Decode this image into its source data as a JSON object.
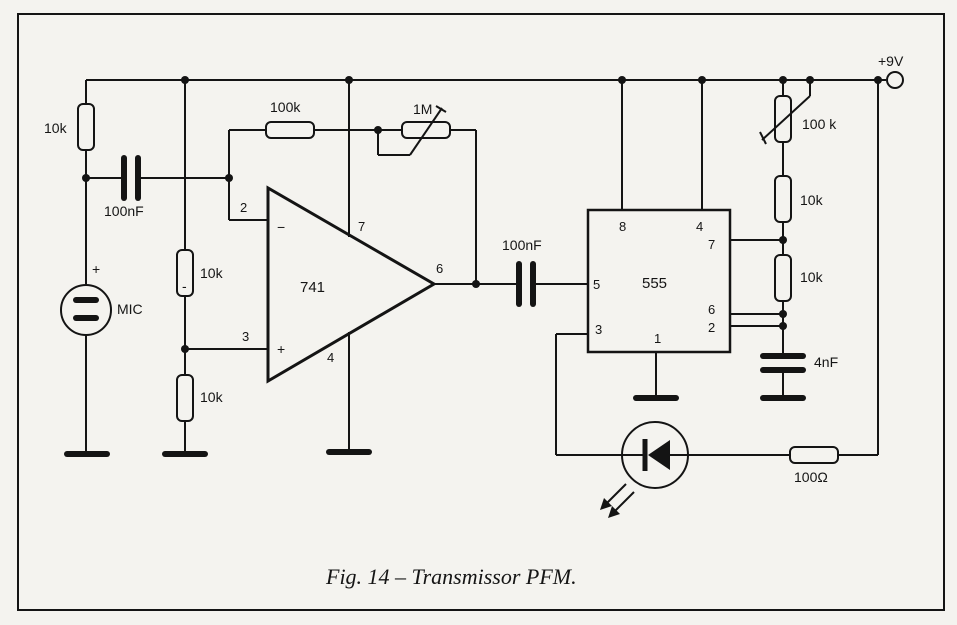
{
  "caption": "Fig. 14 – Transmissor PFM.",
  "supply": "+9V",
  "components": {
    "r_mic": "10k",
    "c_in": "100nF",
    "r_feedback": "100k",
    "pot_feedback": "1M",
    "r_div_top": "10k",
    "r_div_bottom": "10k",
    "opamp": "741",
    "c_coupling": "100nF",
    "timer": "555",
    "pot_timing": "100 k",
    "r_timing_a": "10k",
    "r_timing_b": "10k",
    "c_timing": "4nF",
    "r_led": "100Ω",
    "mic": "MIC"
  },
  "pins": {
    "opamp_inv": "2",
    "opamp_noninv": "3",
    "opamp_vcc": "7",
    "opamp_gnd": "4",
    "opamp_out": "6",
    "timer_8": "8",
    "timer_4": "4",
    "timer_7": "7",
    "timer_5": "5",
    "timer_6": "6",
    "timer_2": "2",
    "timer_3": "3",
    "timer_1": "1"
  },
  "symbols": {
    "minus": "−",
    "plus": "+",
    "mic_plus": "+",
    "pot_minus": "-"
  }
}
